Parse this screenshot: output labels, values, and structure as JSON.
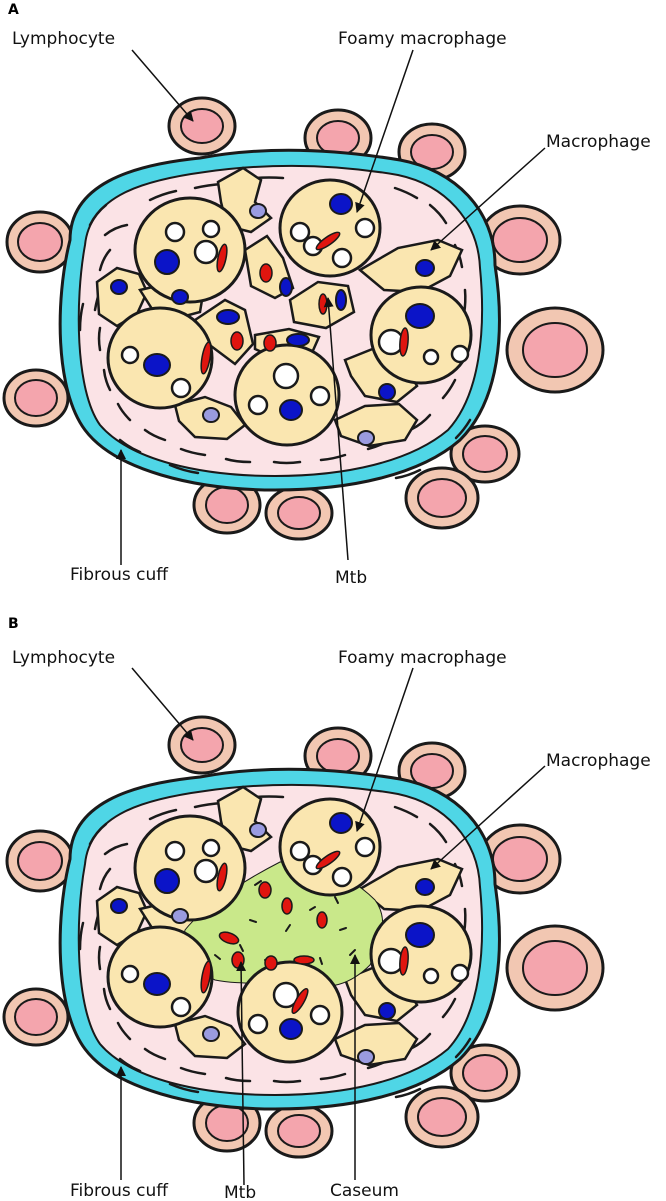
{
  "panels": [
    {
      "id": "A",
      "labels": {
        "lymphocyte": "Lymphocyte",
        "foamy_macrophage": "Foamy macrophage",
        "macrophage": "Macrophage",
        "fibrous_cuff": "Fibrous cuff",
        "mtb": "Mtb"
      }
    },
    {
      "id": "B",
      "labels": {
        "lymphocyte": "Lymphocyte",
        "foamy_macrophage": "Foamy macrophage",
        "macrophage": "Macrophage",
        "fibrous_cuff": "Fibrous cuff",
        "mtb": "Mtb",
        "caseum": "Caseum"
      }
    }
  ],
  "colors": {
    "outline": "#1a1a1a",
    "lymphocyte_ring": "#f2c7b2",
    "lymphocyte_core": "#f4a5ad",
    "cuff": "#4fd6e6",
    "tissue": "#fbe3e6",
    "macrophage": "#fae6b0",
    "nucleus": "#0b14c8",
    "nucleus_light": "#9a9be0",
    "bacterium": "#e0150f",
    "caseum": "#c9e88a"
  }
}
